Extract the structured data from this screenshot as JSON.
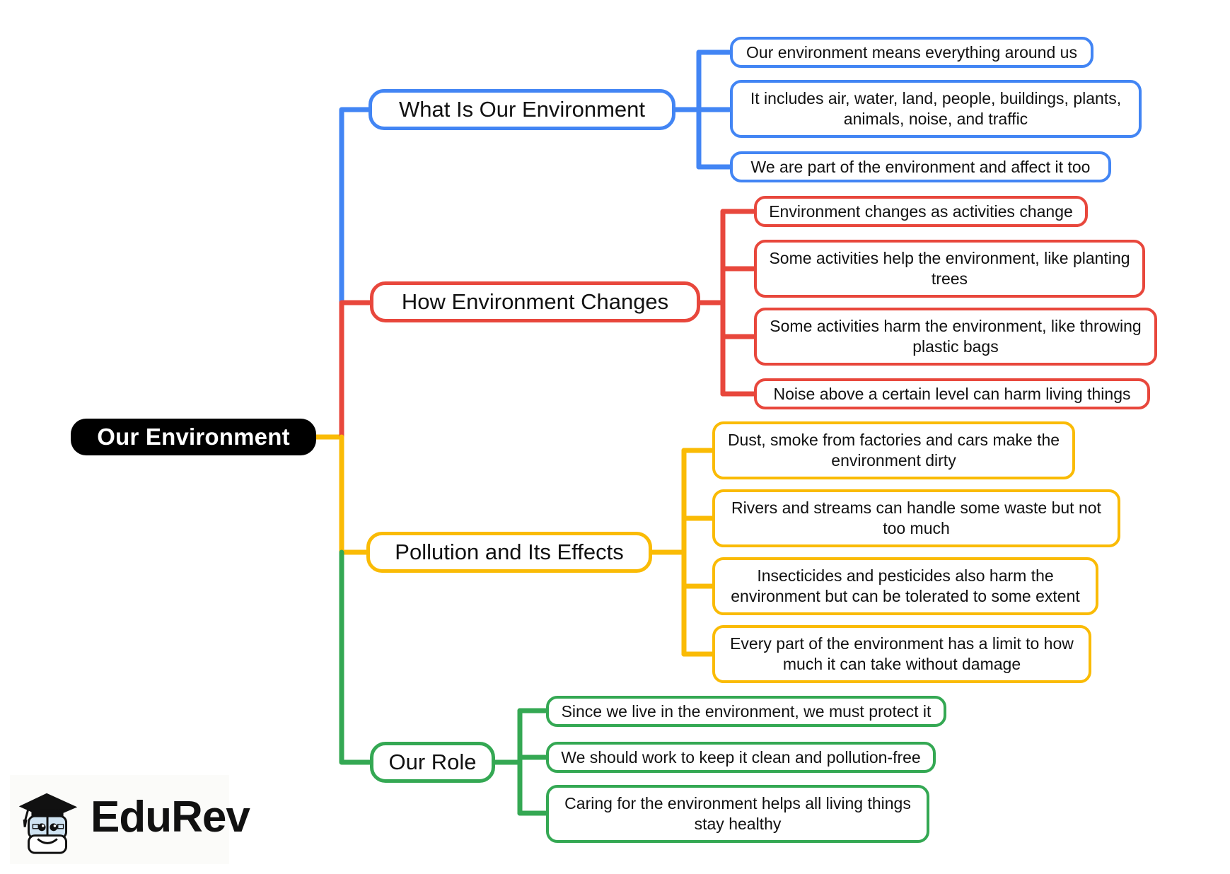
{
  "diagram": {
    "type": "mind-map",
    "title": "Our Environment",
    "background": "#ffffff",
    "root": {
      "label": "Our Environment",
      "fill": "#000000",
      "text_color": "#ffffff"
    },
    "branches": [
      {
        "id": "what-is-our-environment",
        "label": "What Is Our Environment",
        "color": "#4285f4",
        "children": [
          {
            "label": "Our environment means everything around us"
          },
          {
            "label": "It includes air, water, land, people, buildings, plants, animals, noise, and traffic"
          },
          {
            "label": "We are part of the environment and affect it too"
          }
        ]
      },
      {
        "id": "how-environment-changes",
        "label": "How Environment Changes",
        "color": "#e8473c",
        "children": [
          {
            "label": "Environment changes as activities change"
          },
          {
            "label": "Some activities help the environment, like planting trees"
          },
          {
            "label": "Some activities harm the environment, like throwing plastic bags"
          },
          {
            "label": "Noise above a certain level can harm living things"
          }
        ]
      },
      {
        "id": "pollution-and-its-effects",
        "label": "Pollution and Its Effects",
        "color": "#fabb05",
        "children": [
          {
            "label": "Dust, smoke from factories and cars make the environment dirty"
          },
          {
            "label": "Rivers and streams can handle some waste but not too much"
          },
          {
            "label": "Insecticides and pesticides also harm the environment but can be tolerated to some extent"
          },
          {
            "label": "Every part of the environment has a limit to how much it can take without damage"
          }
        ]
      },
      {
        "id": "our-role",
        "label": "Our Role",
        "color": "#34a853",
        "children": [
          {
            "label": "Since we live in the environment, we must protect it"
          },
          {
            "label": "We should work to keep it clean and pollution-free"
          },
          {
            "label": "Caring for the environment helps all living things stay healthy"
          }
        ]
      }
    ]
  },
  "logo": {
    "text": "EduRev",
    "icon": "edurev-graduate-book-mascot-icon"
  }
}
